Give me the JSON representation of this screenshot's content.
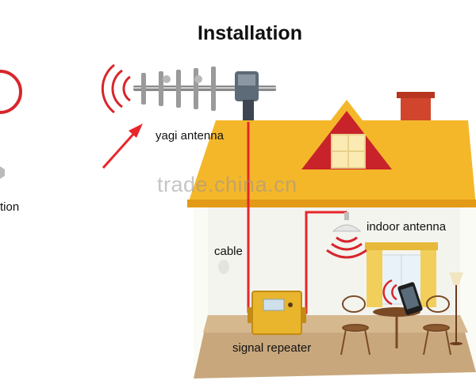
{
  "title": "Installation",
  "labels": {
    "yagi": "yagi antenna",
    "station": "tion",
    "cable": "cable",
    "indoor": "indoor antenna",
    "repeater": "signal repeater"
  },
  "watermark": "trade.china.cn",
  "colors": {
    "roof": "#f5b72a",
    "roof_dark": "#e39a17",
    "gable": "#c8222a",
    "chimney": "#d0452c",
    "wall": "#fbfbf6",
    "floor": "#c9a77c",
    "cable": "#e8262b",
    "signal": "#d7262c",
    "repeater": "#e9b52c"
  }
}
